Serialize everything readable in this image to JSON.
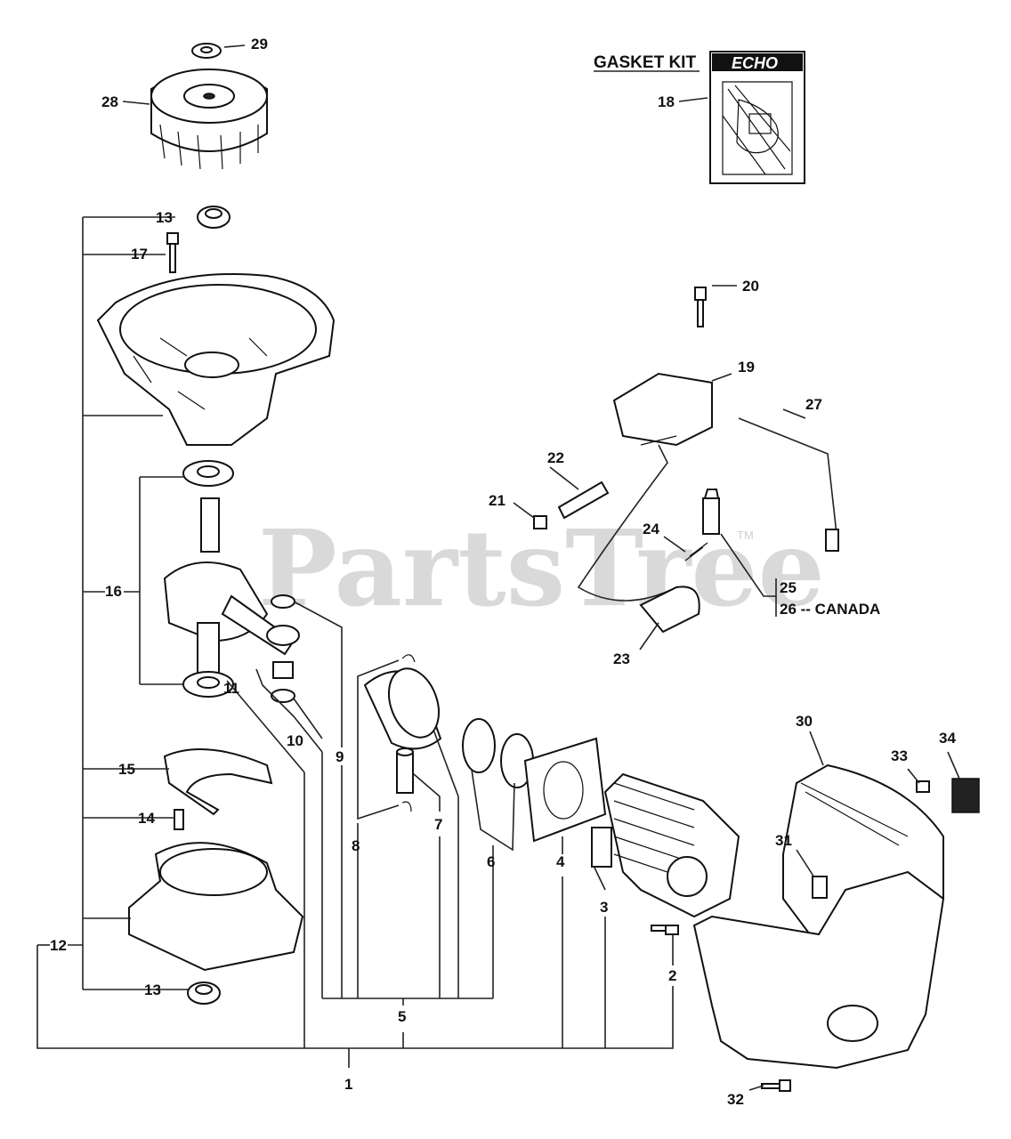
{
  "watermark": "PartsTree",
  "watermark_tm": "TM",
  "gasket_kit": {
    "title": "GASKET KIT",
    "brand": "ECHO"
  },
  "callouts": {
    "n1": "1",
    "n2": "2",
    "n3": "3",
    "n4": "4",
    "n5": "5",
    "n6": "6",
    "n7": "7",
    "n8": "8",
    "n9": "9",
    "n10": "10",
    "n11": "11",
    "n12": "12",
    "n13a": "13",
    "n13b": "13",
    "n14": "14",
    "n15": "15",
    "n16": "16",
    "n17": "17",
    "n18": "18",
    "n19": "19",
    "n20": "20",
    "n21": "21",
    "n22": "22",
    "n23": "23",
    "n24": "24",
    "n25": "25",
    "n26": "26 -- CANADA",
    "n27": "27",
    "n28": "28",
    "n29": "29",
    "n30": "30",
    "n31": "31",
    "n32": "32",
    "n33": "33",
    "n34": "34"
  }
}
